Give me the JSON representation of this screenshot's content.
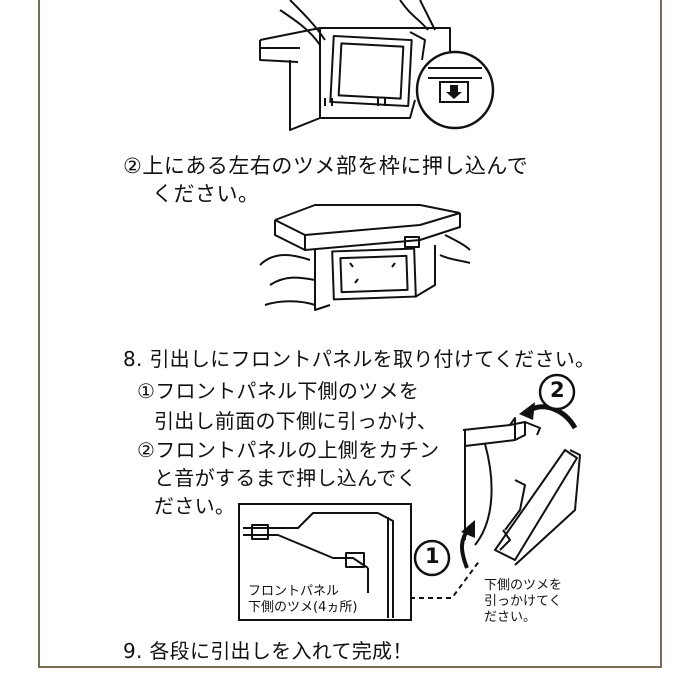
{
  "step7_sub2": [
    "②上にある左右のツメ部を枠に押し込んで",
    "ください。"
  ],
  "step8": {
    "title": "8. 引出しにフロントパネルを取り付けてください。",
    "lines": [
      "①フロントパネル下側のツメを",
      "引出し前面の下側に引っかけ、",
      "②フロントパネルの上側をカチン",
      "と音がするまで押し込んでく",
      "ださい。"
    ],
    "inset_label": [
      "フロントパネル",
      "下側のツメ(4ヵ所)"
    ],
    "marker_1": "1",
    "marker_2": "2",
    "hook_note": [
      "下側のツメを",
      "引っかけてく",
      "ださい。"
    ]
  },
  "step9": "9. 各段に引出しを入れて完成！"
}
